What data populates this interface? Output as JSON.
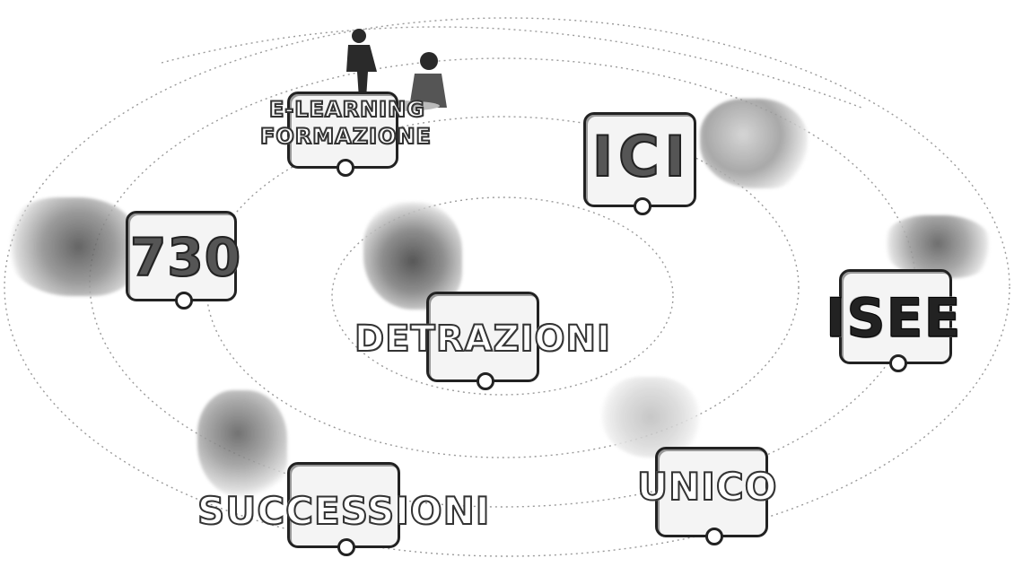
{
  "menu": {
    "items": [
      {
        "id": "elearning",
        "label_line1": "E-LEARNING",
        "label_line2": "FORMAZIONE",
        "icon": "meeting-people-icon"
      },
      {
        "id": "ici",
        "label": "ICI",
        "icon": "house-icon"
      },
      {
        "id": "730",
        "label": "730",
        "icon": "handshake-icon"
      },
      {
        "id": "detrazioni",
        "label": "DETRAZIONI",
        "icon": "worker-icon"
      },
      {
        "id": "isee",
        "label": "ISEE",
        "icon": "tools-icon"
      },
      {
        "id": "successioni",
        "label": "SUCCESSIONI",
        "icon": "family-icon"
      },
      {
        "id": "unico",
        "label": "UNICO",
        "icon": "globe-icon"
      }
    ]
  }
}
